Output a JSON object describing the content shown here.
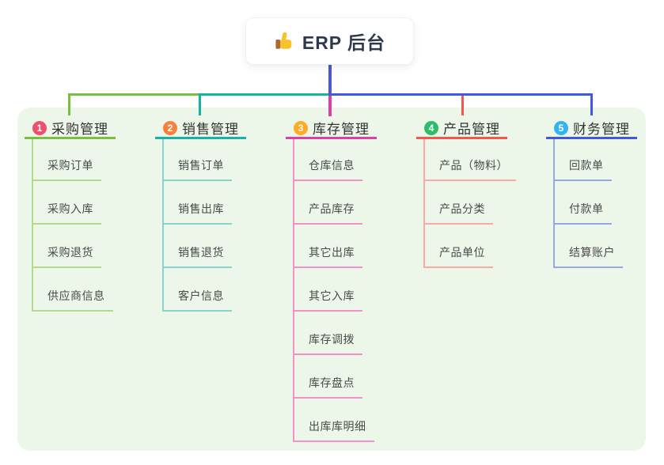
{
  "root": {
    "label": "ERP 后台",
    "icon": "thumbs-up",
    "stem_color": "#4a58d8"
  },
  "colors": {
    "page_bg": "#ffffff",
    "panel_bg": "#edf7e9",
    "root_text": "#2e3a4c",
    "header_text": "#333333",
    "child_text": "#4a4a4a"
  },
  "branches": [
    {
      "index": "1",
      "label": "采购管理",
      "badge_color": "#f0506e",
      "line_color": "#7cbe42",
      "child_line_color": "#b4d98c",
      "children": [
        "采购订单",
        "采购入库",
        "采购退货",
        "供应商信息"
      ]
    },
    {
      "index": "2",
      "label": "销售管理",
      "badge_color": "#f9813e",
      "line_color": "#14b3a6",
      "child_line_color": "#84d6cd",
      "children": [
        "销售订单",
        "销售出库",
        "销售退货",
        "客户信息"
      ]
    },
    {
      "index": "3",
      "label": "库存管理",
      "badge_color": "#ffab26",
      "line_color": "#de3fa2",
      "child_line_color": "#f092c8",
      "children": [
        "仓库信息",
        "产品库存",
        "其它出库",
        "其它入库",
        "库存调拨",
        "库存盘点",
        "出库库明细"
      ]
    },
    {
      "index": "4",
      "label": "产品管理",
      "badge_color": "#2ebd69",
      "line_color": "#f5554d",
      "child_line_color": "#fbaaa2",
      "children": [
        "产品（物料）",
        "产品分类",
        "产品单位"
      ]
    },
    {
      "index": "5",
      "label": "财务管理",
      "badge_color": "#35b3ef",
      "line_color": "#4259dd",
      "child_line_color": "#97a5e9",
      "children": [
        "回款单",
        "付款单",
        "结算账户"
      ]
    }
  ]
}
